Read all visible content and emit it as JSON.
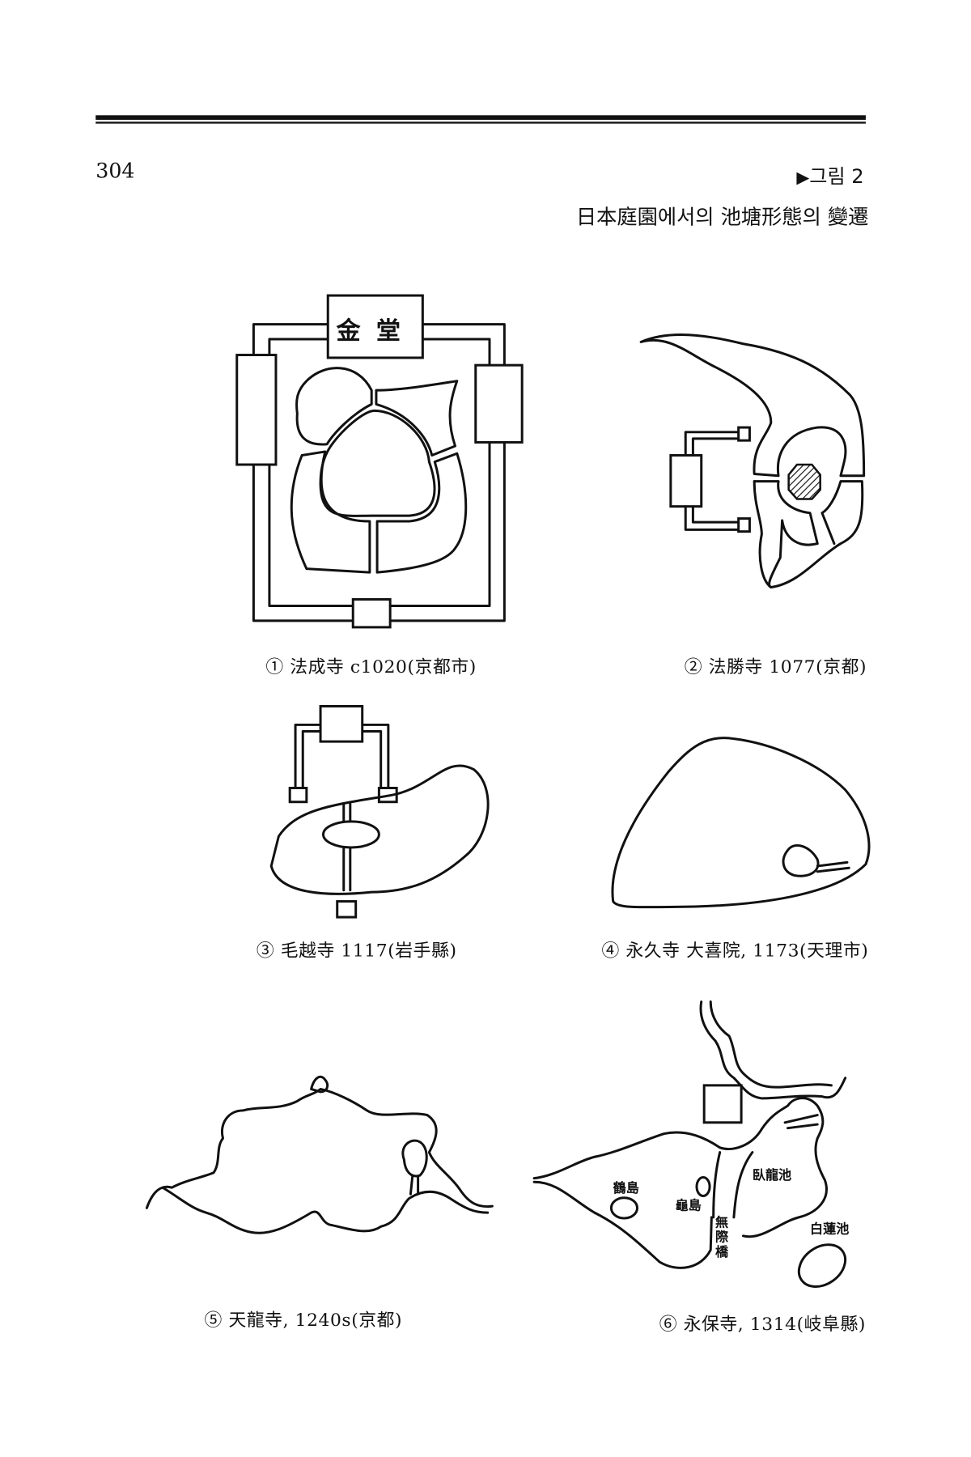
{
  "page_number": "304",
  "figure": {
    "label": "그림 2",
    "title": "日本庭園에서의 池塘形態의 變遷"
  },
  "diagrams": [
    {
      "caption": "① 法成寺 c1020(京都市)",
      "labels": [
        "金 堂"
      ]
    },
    {
      "caption": "② 法勝寺 1077(京都)",
      "labels": []
    },
    {
      "caption": "③ 毛越寺 1117(岩手縣)",
      "labels": []
    },
    {
      "caption": "④ 永久寺 大喜院, 1173(天理市)",
      "labels": []
    },
    {
      "caption": "⑤ 天龍寺, 1240s(京都)",
      "labels": []
    },
    {
      "caption": "⑥ 永保寺, 1314(岐阜縣)",
      "labels": [
        "鶴島",
        "龜島",
        "無際橋",
        "臥龍池",
        "白蓮池"
      ]
    }
  ]
}
